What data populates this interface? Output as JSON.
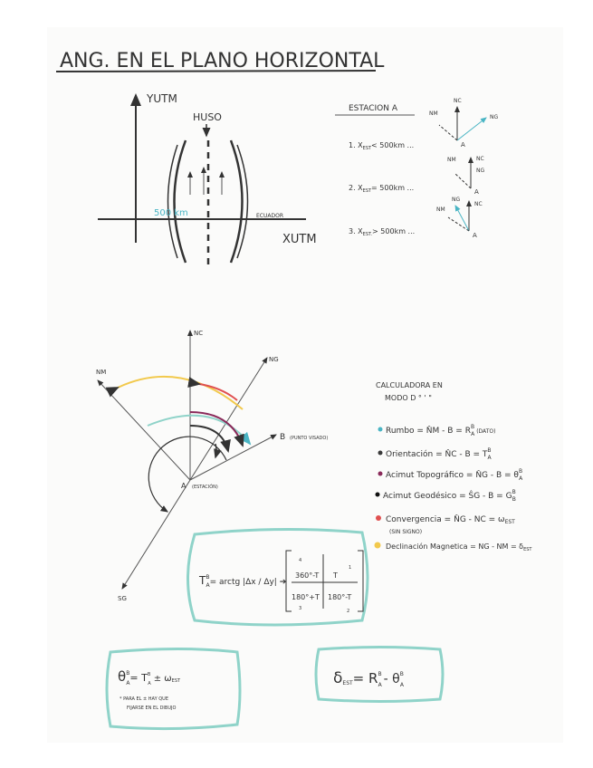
{
  "title": "ANG. EN EL PLANO HORIZONTAL",
  "utm_diagram": {
    "y_axis": "YUTM",
    "x_axis": "XUTM",
    "huso": "HUSO",
    "distance": "500 km",
    "equator": "ECUADOR"
  },
  "station": {
    "heading": "ESTACION A",
    "cases": [
      {
        "label": "1.  X",
        "sub": "EST",
        "cond": "< 500km ..."
      },
      {
        "label": "2.  X",
        "sub": "EST",
        "cond": "= 500km ..."
      },
      {
        "label": "3.  X",
        "sub": "EST.",
        "cond": "> 500km ..."
      }
    ],
    "north_labels": {
      "nc": "NC",
      "nm": "NM",
      "ng": "NG",
      "station": "A"
    }
  },
  "angle_diagram": {
    "nc": "NC",
    "ng": "NG",
    "nm": "NM",
    "sg": "SG",
    "b": "B",
    "b_note": "(PUNTO VISADO)",
    "a": "A",
    "a_note": "(ESTACIÓN)"
  },
  "calculator_note": [
    "CALCULADORA EN",
    "MODO D ° ' \""
  ],
  "legend": [
    {
      "color": "#4ab5c4",
      "text": "Rumbo = N̂M - B = R",
      "sup": "B",
      "sub": "A",
      "extra": "(DATO)"
    },
    {
      "color": "#3a3a3a",
      "text": "Orientación = N̂C - B = T",
      "sup": "B",
      "sub": "A",
      "extra": ""
    },
    {
      "color": "#8a2a5a",
      "text": "Acimut Topográfico = N̂G - B = θ",
      "sup": "B",
      "sub": "A",
      "extra": ""
    },
    {
      "color": "#111111",
      "text": "Acimut Geodésico = ŜG - B = G",
      "sup": "B",
      "sub": "B",
      "extra": ""
    },
    {
      "color": "#e05050",
      "text": "Convergencia = N̂G - NC = ω",
      "sup": "",
      "sub": "EST",
      "extra": "(SIN SIGNO)"
    },
    {
      "color": "#f2c94c",
      "text": "Declinación Magnetica = NG - NM = δ",
      "sup": "",
      "sub": "EST",
      "extra": ""
    }
  ],
  "formulas": {
    "orientation": {
      "lhs": "T",
      "sup": "B",
      "sub": "A",
      "rhs": "= arctg |Δx / Δy| ➔",
      "q4": "360°-T",
      "q1": "T",
      "q3": "180°+T",
      "q2": "180°-T",
      "n4": "4",
      "n1": "1",
      "n3": "3",
      "n2": "2"
    },
    "azimuth": {
      "text": "θ",
      "sup": "B",
      "sub": "A",
      "rhs": "= T",
      "rhs_sup": "B",
      "rhs_sub": "A",
      "tail": "± ω",
      "tail_sub": "EST",
      "note1": "* PARA EL ± HAY QUE",
      "note2": "FIJARSE EN EL DIBUJO"
    },
    "declination": {
      "text": "δ",
      "sub": "EST",
      "rhs": "= R",
      "r_sup": "B",
      "r_sub": "A",
      "minus": "- θ",
      "t_sup": "B",
      "t_sub": "A"
    }
  },
  "colors": {
    "teal": "#8fd3c9",
    "blue_arrow": "#4ab5c4",
    "ink": "#333333"
  }
}
